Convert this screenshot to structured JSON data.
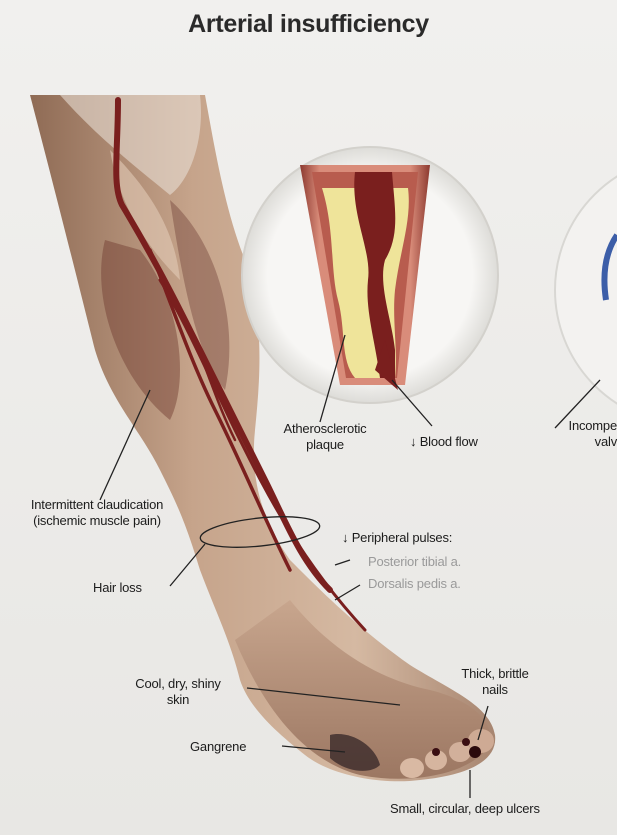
{
  "title": "Arterial insufficiency",
  "labels": {
    "atherosclerotic_plaque": "Atherosclerotic\nplaque",
    "blood_flow": "↓ Blood flow",
    "incompetent_valve_partial": "Incompe\nvalv",
    "intermittent_claudication": "Intermittent claudication\n(ischemic muscle pain)",
    "hair_loss": "Hair loss",
    "peripheral_pulses": "↓ Peripheral pulses:",
    "posterior_tibial": "Posterior tibial a.",
    "dorsalis_pedis": "Dorsalis pedis a.",
    "cool_dry_shiny_skin": "Cool, dry, shiny\nskin",
    "thick_brittle_nails": "Thick, brittle\nnails",
    "gangrene": "Gangrene",
    "ulcers": "Small, circular, deep ulcers"
  },
  "colors": {
    "skin": "#c9a68c",
    "artery": "#7a1f1e",
    "plaque": "#efe49a",
    "vessel_wall": "#c56d5c"
  }
}
